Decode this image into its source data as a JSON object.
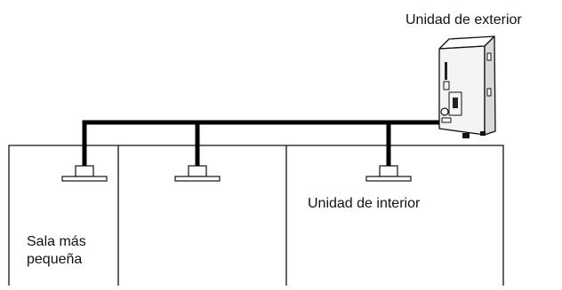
{
  "labels": {
    "outdoor_unit": "Unidad de exterior",
    "indoor_unit": "Unidad de interior",
    "smallest_room_line1": "Sala más",
    "smallest_room_line2": "pequeña"
  },
  "colors": {
    "line": "#111111",
    "pipe": "#000000",
    "background": "#ffffff"
  }
}
